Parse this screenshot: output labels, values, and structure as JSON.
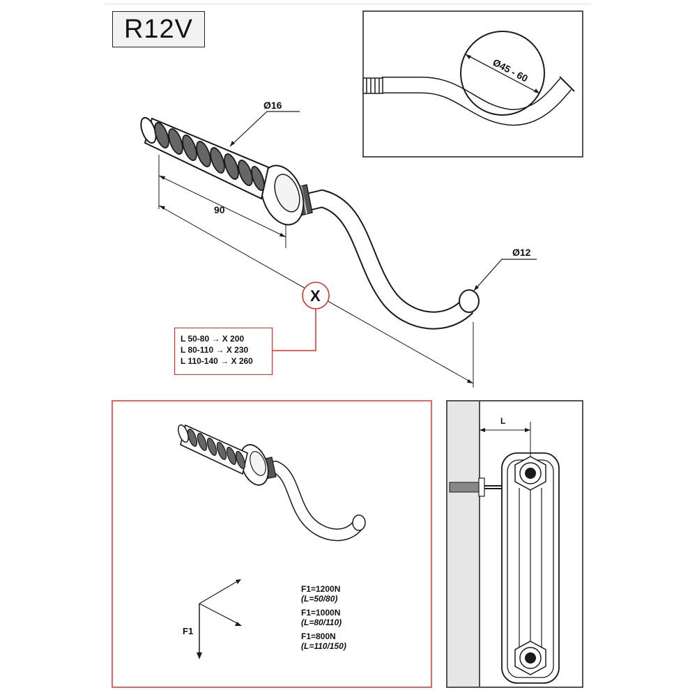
{
  "title": "R12V",
  "inset": {
    "diameter_label": "Ø45 - 60"
  },
  "main": {
    "plug_diameter_label": "Ø16",
    "plug_length_label": "90",
    "hook_diameter_label": "Ø12",
    "x_marker": "X"
  },
  "length_table": [
    "L 50-80 → X 200",
    "L 80-110 → X 230",
    "L 110-140 → X 260"
  ],
  "forces": [
    {
      "value": "F1=1200N",
      "condition": "(L=50/80)"
    },
    {
      "value": "F1=1000N",
      "condition": "(L=80/110)"
    },
    {
      "value": "F1=800N",
      "condition": "(L=110/150)"
    }
  ],
  "force_axis_label": "F1",
  "install": {
    "distance_label": "L"
  },
  "colors": {
    "accent_red": "#d9322d",
    "line": "#1a1a1a",
    "wall_gray": "#e6e6e6"
  }
}
